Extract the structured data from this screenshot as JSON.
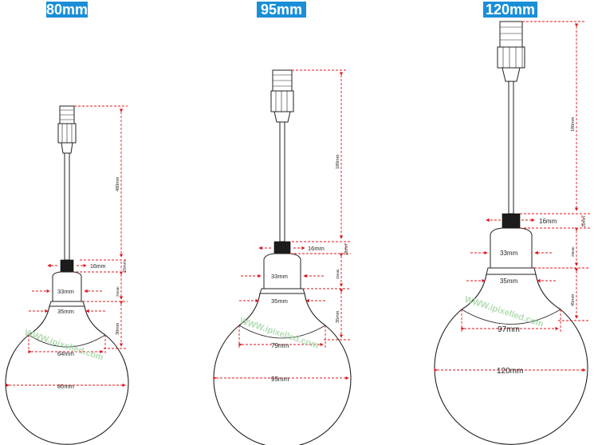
{
  "titles": [
    "80mm",
    "95mm",
    "120mm"
  ],
  "bulb_80": {
    "cable_length": "480mm",
    "cap_width": "16mm",
    "cap_height": "20mm",
    "neck_width": "33mm",
    "neck_height": "25mm",
    "collar_width": "35mm",
    "shoulder_height": "30mm",
    "opening_width": "64mm",
    "diameter": "80mm"
  },
  "bulb_95": {
    "cable_length": "180mm",
    "cap_width": "16mm",
    "cap_height": "20mm",
    "neck_width": "33mm",
    "neck_height": "25mm",
    "collar_width": "35mm",
    "shoulder_height": "35mm",
    "opening_width": "79mm",
    "diameter": "95mm"
  },
  "bulb_120": {
    "cable_length": "180mm",
    "cap_width": "16mm",
    "cap_height": "20mm",
    "neck_width": "33mm",
    "neck_height": "28mm",
    "collar_width": "35mm",
    "shoulder_height": "45mm",
    "opening_width": "97mm",
    "diameter": "120mm"
  },
  "watermark": "WWW.ipixelled.com",
  "colors": {
    "title_bg": "#1a8fd8",
    "dimension": "#e0141b",
    "watermark": "#9fd49f"
  }
}
